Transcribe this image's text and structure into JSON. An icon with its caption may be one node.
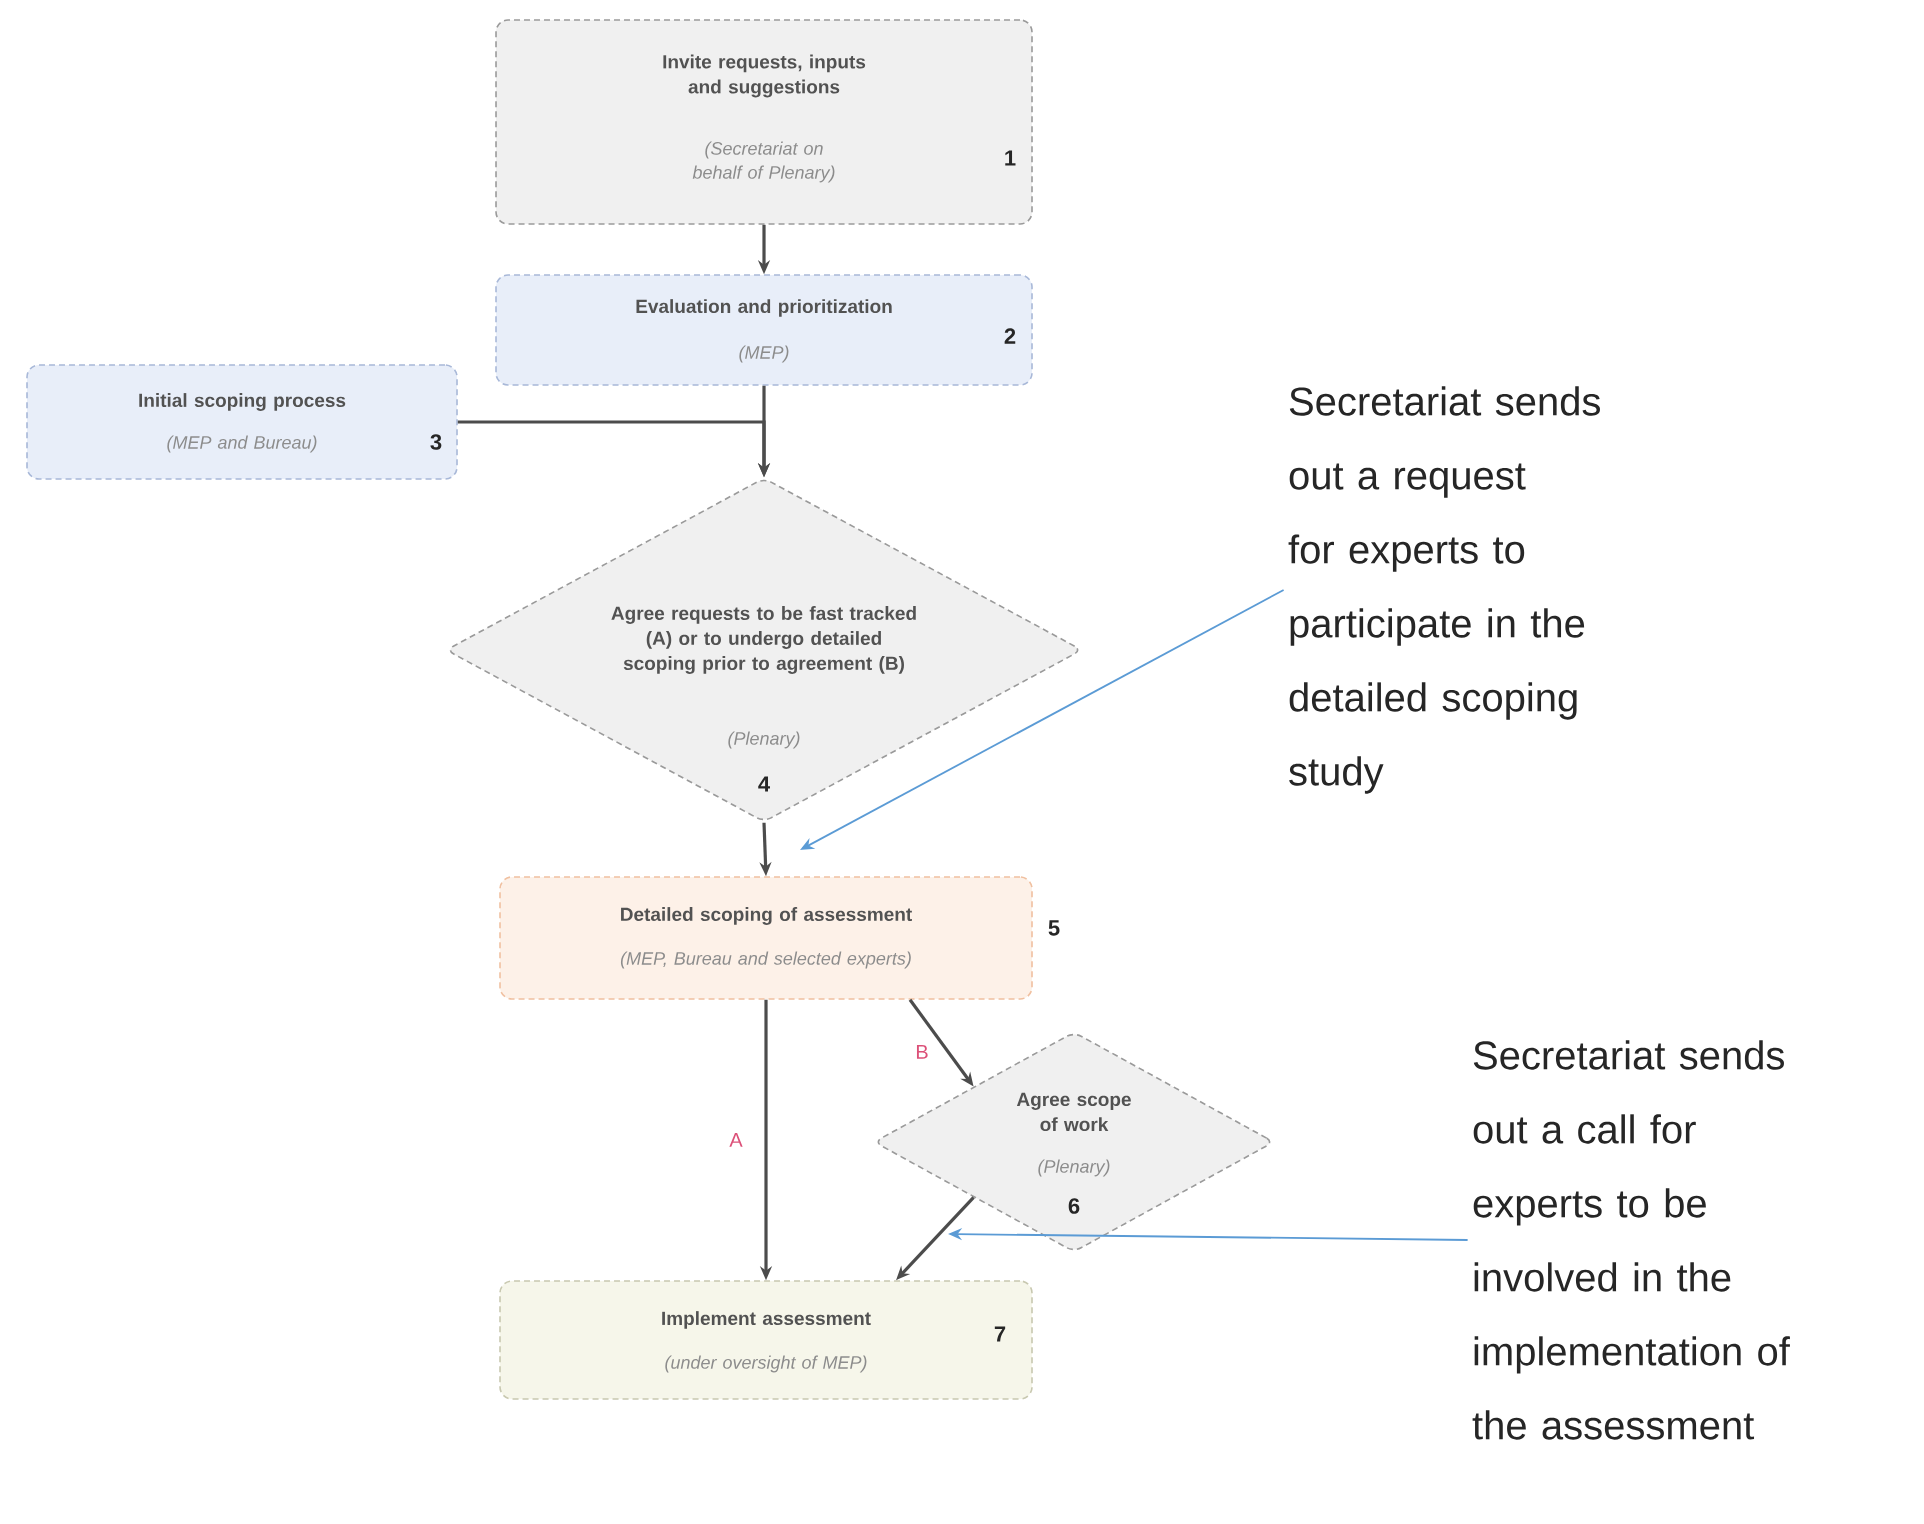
{
  "diagram": {
    "nodes": [
      {
        "text": [
          "Invite requests, inputs and suggestions",
          "(Secretariat on behalf of Plenary)",
          "1"
        ]
      },
      {
        "text": [
          "Evaluation and prioritization",
          "(MEP)",
          "2"
        ]
      },
      {
        "text": [
          "Initial scoping process",
          "(MEP and Bureau)",
          "3"
        ]
      },
      {
        "text": [
          "Agree requests to be fast tracked (A) or to undergo detailed scoping prior to agreement (B)",
          "(Plenary)",
          "4"
        ]
      },
      {
        "text": [
          "Detailed scoping of assessment",
          "(MEP, Bureau and selected experts)",
          "5"
        ]
      },
      {
        "text": [
          "Agree scope of work",
          "(Plenary)",
          "6"
        ]
      },
      {
        "text": [
          "Implement assessment",
          "(under oversight of MEP)",
          "7"
        ]
      },
      {
        "text": [
          "Secretariat sends out a request for experts to participate in the detailed scoping study"
        ]
      },
      {
        "text": [
          "Secretariat sends out a call for experts to be involved in the implementation of the assessment"
        ]
      }
    ],
    "edges": [
      {
        "from": 0,
        "to": 1,
        "arrow": "to"
      },
      {
        "from": 1,
        "to": 3,
        "arrow": "to"
      },
      {
        "from": 2,
        "to": 3,
        "arrow": "to"
      },
      {
        "from": 3,
        "to": 4,
        "arrow": "to"
      },
      {
        "from": 4,
        "to": 6,
        "arrow": "to",
        "label": "A"
      },
      {
        "from": 4,
        "to": 5,
        "arrow": "to",
        "label": "B"
      },
      {
        "from": 5,
        "to": 6,
        "arrow": "to"
      },
      {
        "from": 7,
        "to": null,
        "arrow": "to",
        "color": "#5b9bd5"
      },
      {
        "from": 8,
        "to": null,
        "arrow": "to",
        "color": "#5b9bd5"
      }
    ]
  }
}
